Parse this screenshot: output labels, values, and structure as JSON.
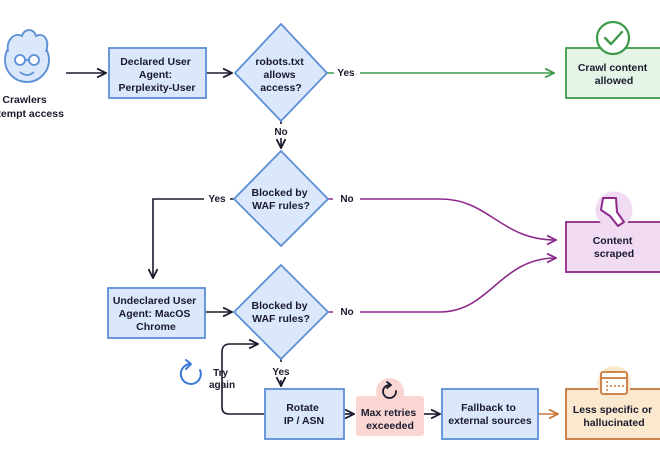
{
  "colors": {
    "blue_fill": "#dbe7fb",
    "blue_stroke": "#5b8fd6",
    "green_fill": "#e4f4e6",
    "green_stroke": "#3f9a4a",
    "purple_fill": "#f0dbf3",
    "purple_stroke": "#8e2a8c",
    "orange_fill": "#fbe9cf",
    "orange_stroke": "#c7773a",
    "red_fill": "#f9d6d2",
    "red_stroke": "#d8706a",
    "line": "#1a1a2e",
    "green_line": "#3f9a4a",
    "purple_line": "#8e2a8c",
    "orange_line": "#c7773a"
  },
  "nodes": {
    "crawlers": {
      "lines": [
        "Crawlers",
        "attempt access"
      ],
      "icon": "crawler-face-icon"
    },
    "declared_agent": {
      "lines": [
        "Declared User",
        "Agent:",
        "Perplexity-User"
      ]
    },
    "robots_check": {
      "lines": [
        "robots.txt",
        "allows",
        "access?"
      ]
    },
    "crawl_allowed": {
      "lines": [
        "Crawl content",
        "allowed"
      ],
      "icon": "check-circle-icon"
    },
    "waf_check_1": {
      "lines": [
        "Blocked by",
        "WAF rules?"
      ]
    },
    "content_scraped": {
      "lines": [
        "Content",
        "scraped"
      ],
      "icon": "scraper-icon"
    },
    "undeclared_agent": {
      "lines": [
        "Undeclared User",
        "Agent: MacOS",
        "Chrome"
      ]
    },
    "waf_check_2": {
      "lines": [
        "Blocked by",
        "WAF rules?"
      ]
    },
    "rotate": {
      "lines": [
        "Rotate",
        "IP / ASN"
      ]
    },
    "max_retries": {
      "lines": [
        "Max retries",
        "exceeded"
      ],
      "icon": "refresh-icon"
    },
    "fallback": {
      "lines": [
        "Fallback to",
        "external sources"
      ]
    },
    "less_specific": {
      "lines": [
        "Less specific or",
        "hallucinated"
      ],
      "icon": "browser-window-icon"
    }
  },
  "edge_labels": {
    "robots_yes": "Yes",
    "robots_no": "No",
    "waf1_yes": "Yes",
    "waf1_no": "No",
    "waf2_no": "No",
    "waf2_yes": "Yes",
    "try_again": [
      "Try",
      "again"
    ]
  },
  "icons": {
    "try_again": "retry-icon"
  }
}
